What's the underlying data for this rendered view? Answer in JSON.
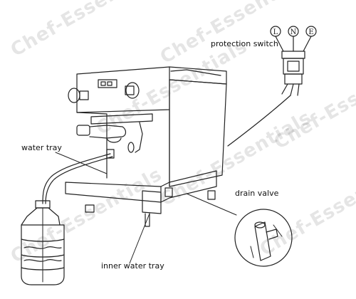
{
  "labels": {
    "protection_switch": "protection switch",
    "water_tray": "water tray",
    "drain_valve": "drain valve",
    "inner_water_tray": "inner water tray"
  },
  "terminals": [
    "L",
    "N",
    "E"
  ],
  "watermark": "Chef-Essentials",
  "colors": {
    "line": "#222222",
    "watermark": "#bbbbbb"
  }
}
